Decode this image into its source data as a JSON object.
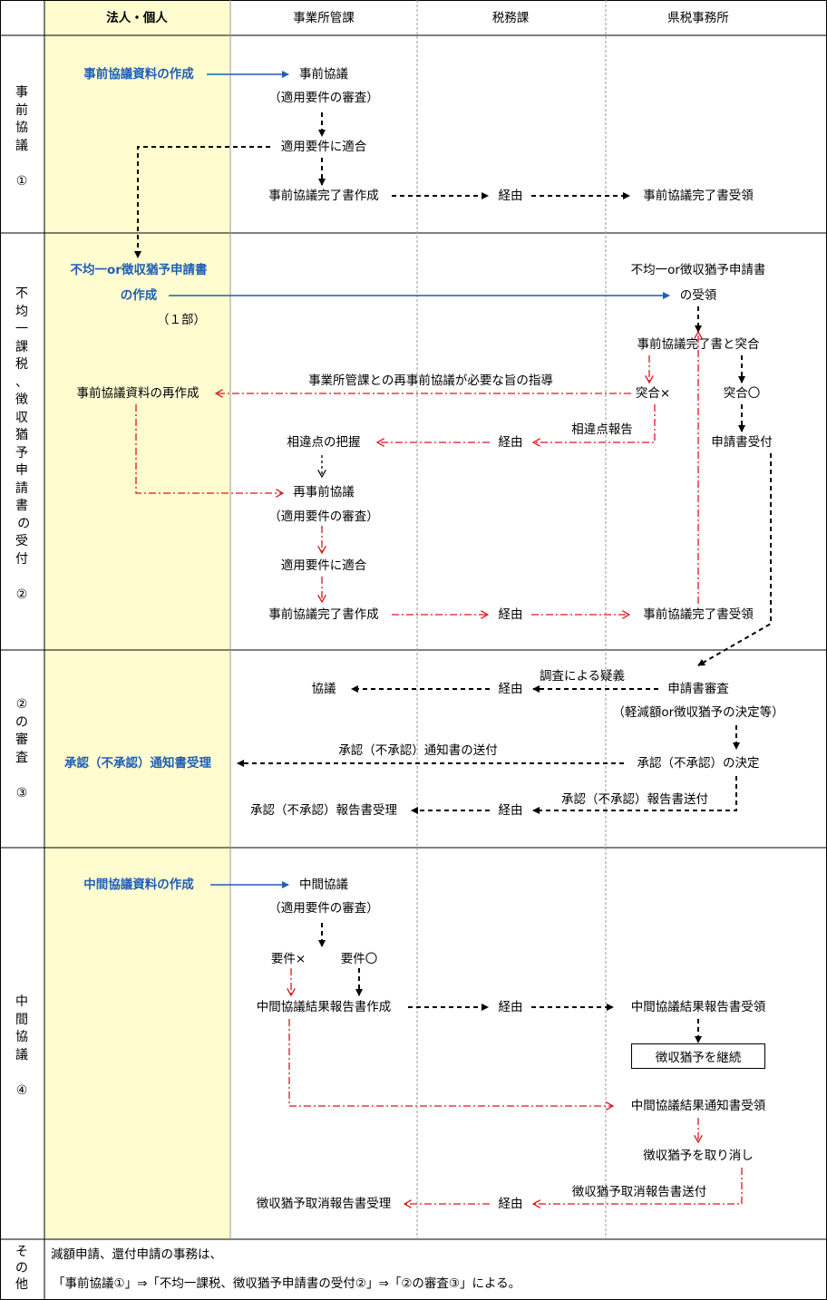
{
  "header": {
    "col_corp": "法人・個人",
    "col_office": "事業所管課",
    "col_tax": "税務課",
    "col_pref": "県税事務所"
  },
  "sections": {
    "s1": "事\n前\n協\n議\n\n①",
    "s2": "不\n均\n一\n課\n税\n、\n徴\n収\n猶\n予\n申\n請\n書\n の\n受\n付\n\n②",
    "s3": "②\nの\n審\n査\n\n③",
    "s4": "中\n間\n協\n議\n\n④",
    "s5": "そ\nの\n他"
  },
  "s1": {
    "create_docs": "事前協議資料の作成",
    "consult": "事前協議",
    "review": "（適用要件の審査）",
    "meets": "適用要件に適合",
    "complete_doc": "事前協議完了書作成",
    "via": "経由",
    "received": "事前協議完了書受領"
  },
  "s2": {
    "apply1": "不均一or徴収猶予申請書",
    "apply2": "の作成",
    "one_copy": "（１部）",
    "recv1": "不均一or徴収猶予申請書",
    "recv2": "の受領",
    "check": "事前協議完了書と突合",
    "guidance": "事業所管課との再事前協議が必要な旨の指導",
    "recreate": "事前協議資料の再作成",
    "mismatch": "突合×",
    "match": "突合〇",
    "diff_report": "相違点報告",
    "grasp": "相違点の把握",
    "via": "経由",
    "accept": "申請書受付",
    "reconsult": "再事前協議",
    "review": "（適用要件の審査）",
    "meets": "適用要件に適合",
    "complete_doc": "事前協議完了書作成",
    "via2": "経由",
    "received": "事前協議完了書受領"
  },
  "s3": {
    "doubt": "調査による疑義",
    "consult": "協議",
    "via": "経由",
    "review": "申請書審査",
    "decision_note": "（軽減額or徴収猶予の決定等）",
    "notice_send": "承認（不承認）通知書の送付",
    "notice_recv": "承認（不承認）通知書受理",
    "decide": "承認（不承認）の決定",
    "report_send": "承認（不承認）報告書送付",
    "report_recv": "承認（不承認）報告書受理",
    "via2": "経由"
  },
  "s4": {
    "create_docs": "中間協議資料の作成",
    "consult": "中間協議",
    "review": "（適用要件の審査）",
    "ng": "要件×",
    "ok": "要件〇",
    "report": "中間協議結果報告書作成",
    "via": "経由",
    "report_recv": "中間協議結果報告書受領",
    "continue": "徴収猶予を継続",
    "notice_recv": "中間協議結果通知書受領",
    "cancel": "徴収猶予を取り消し",
    "cancel_send": "徴収猶予取消報告書送付",
    "cancel_recv": "徴収猶予取消報告書受理",
    "via2": "経由"
  },
  "other": {
    "line1": "減額申請、還付申請の事務は、",
    "line2": "「事前協議①」⇒「不均一課税、徴収猶予申請書の受付②」⇒「②の審査③」による。"
  },
  "colors": {
    "corp_fill": "#fffdd0",
    "blue": "#1f5fb4",
    "red": "#e0141e"
  }
}
